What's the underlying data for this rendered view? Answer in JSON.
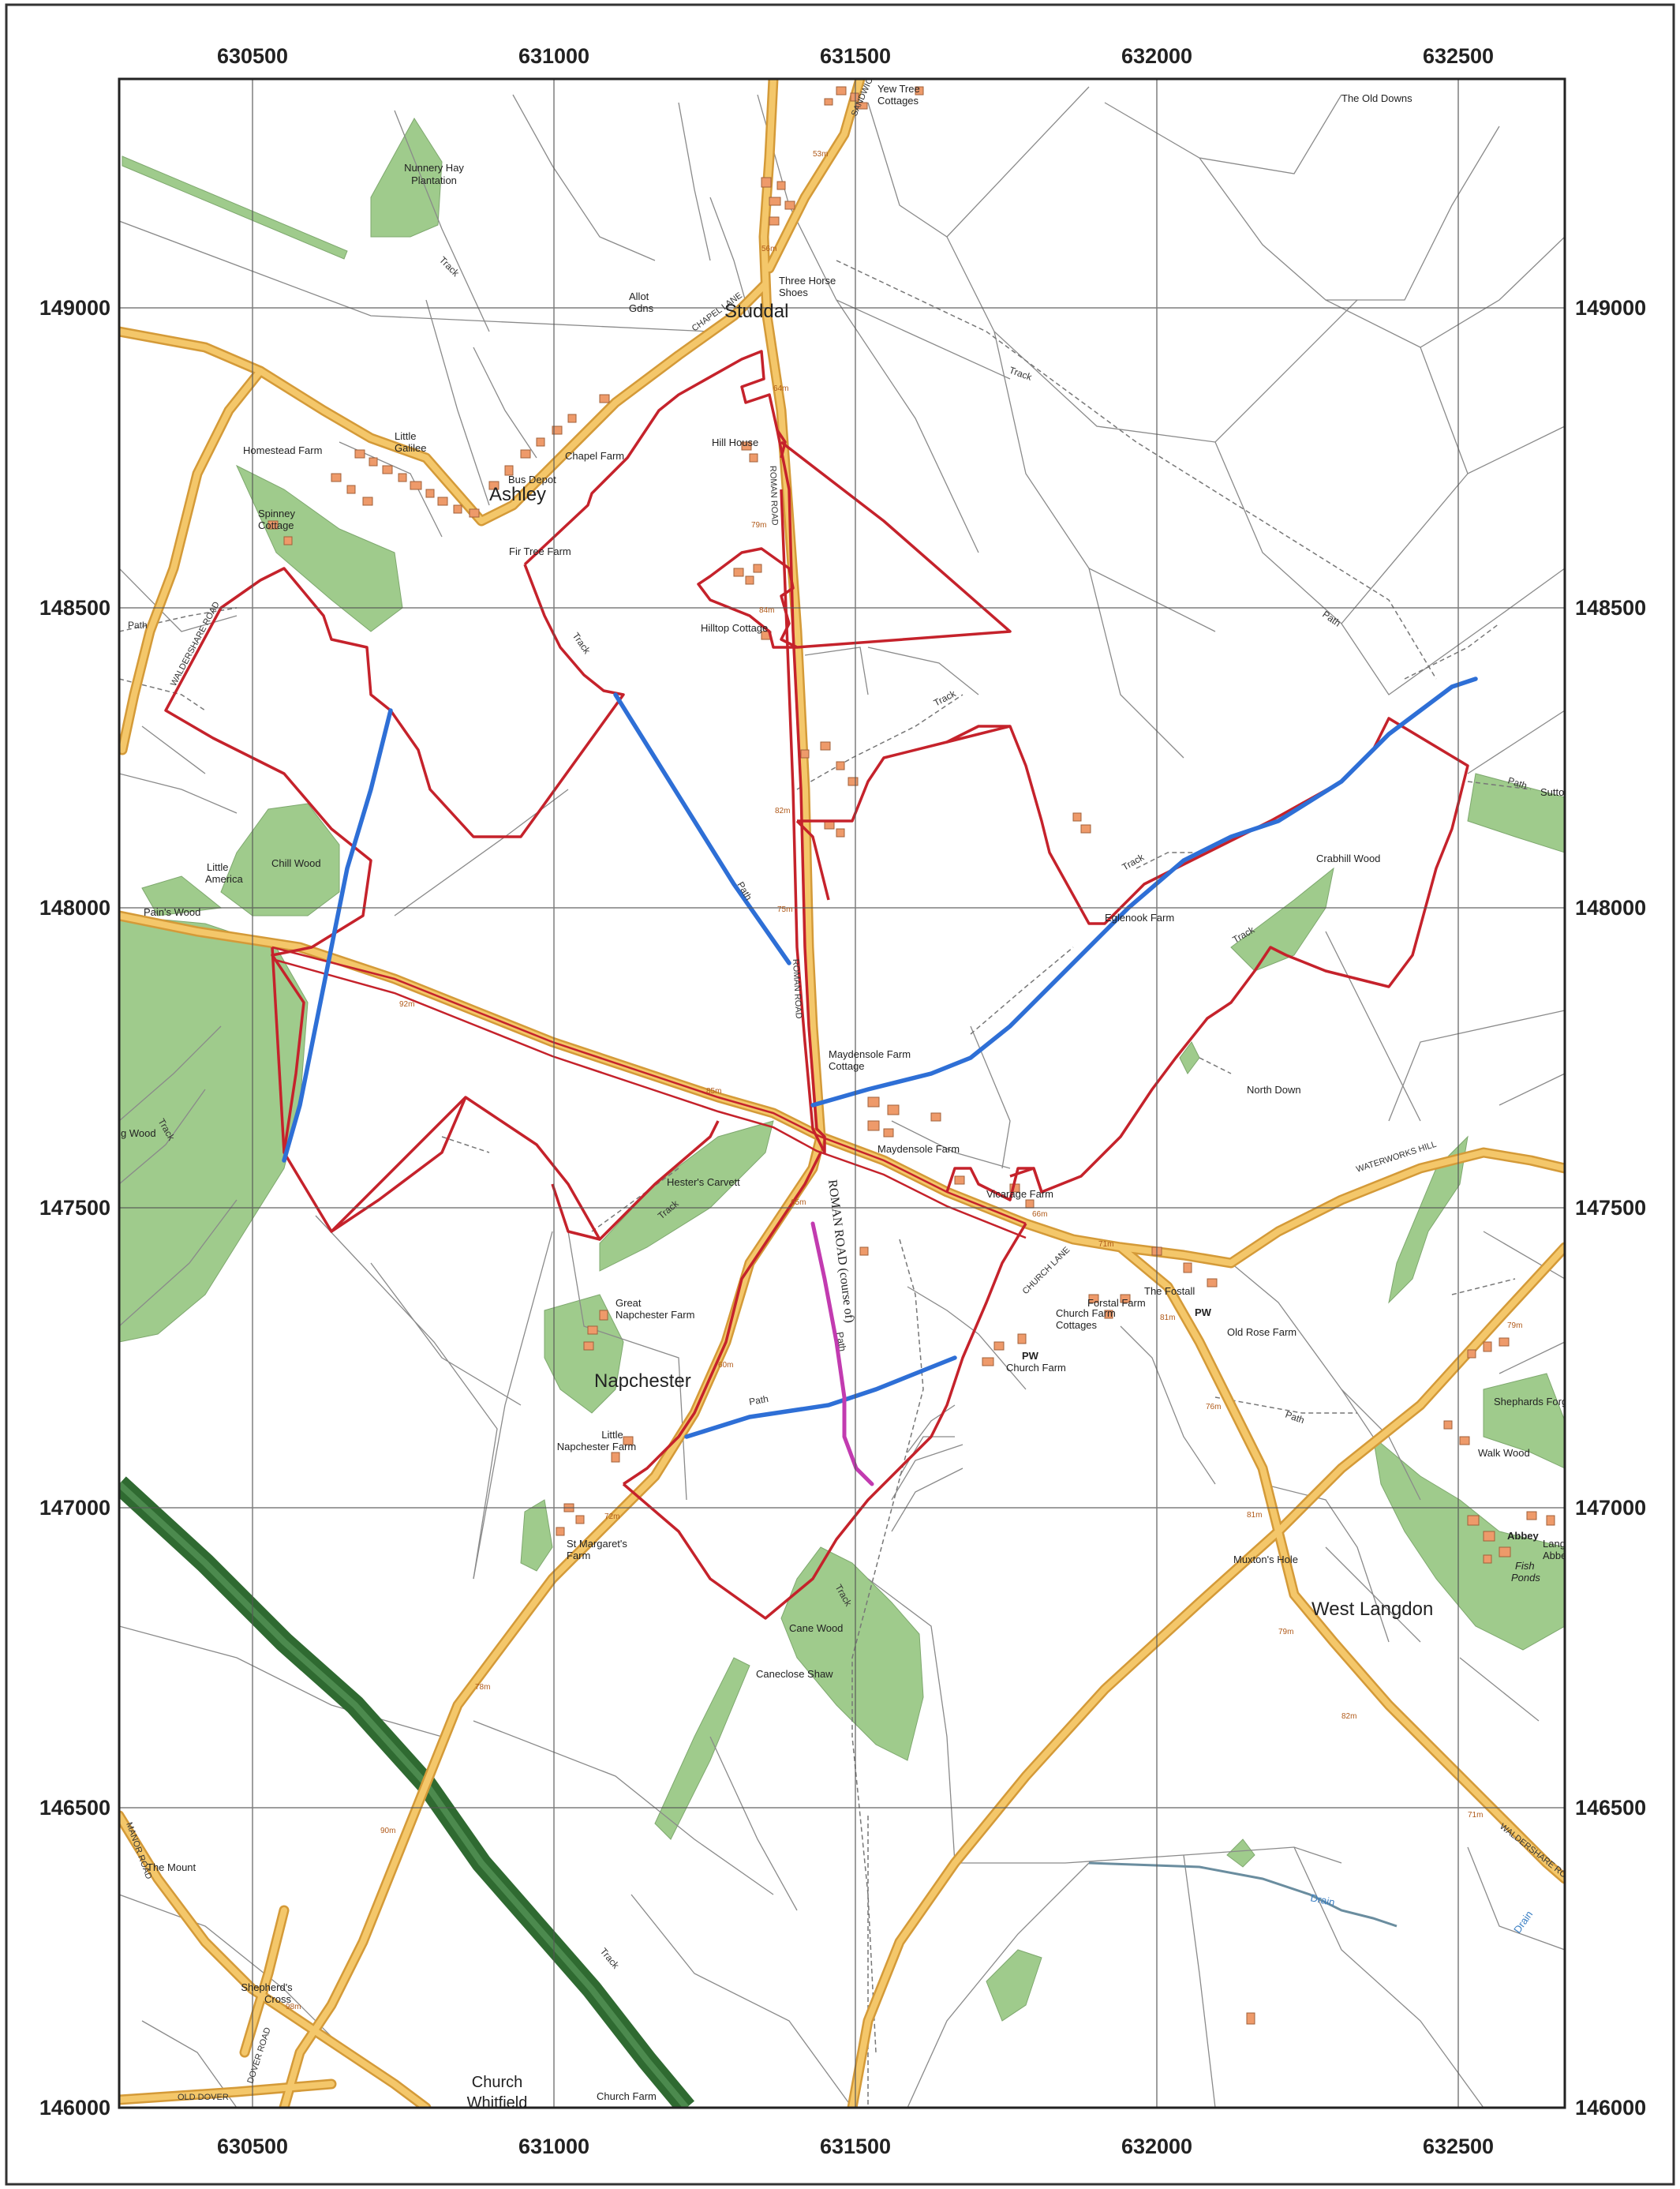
{
  "map": {
    "eastings": [
      "630500",
      "631000",
      "631500",
      "632000",
      "632500"
    ],
    "northings": [
      "149000",
      "148500",
      "148000",
      "147500",
      "147000",
      "146500",
      "146000"
    ],
    "colors": {
      "boundary": "#c5222b",
      "route_blue": "#2e6fd6",
      "route_magenta": "#c23bb0",
      "road_fill": "#f4c76a",
      "road_edge": "#d49a38",
      "woodland": "#9fcb8c",
      "railway": "#2f6a31",
      "building": "#ee9a6a",
      "grid": "#555555"
    },
    "places": {
      "studdal": "Studdal",
      "ashley": "Ashley",
      "napchester": "Napchester",
      "west_langdon": "West Langdon",
      "church_whitfield": [
        "Church",
        "Whitfield"
      ]
    },
    "labels": {
      "nunnery": [
        "Nunnery Hay",
        "Plantation"
      ],
      "old_downs": "The Old Downs",
      "yew_tree": [
        "Yew Tree",
        "Cottages"
      ],
      "three_horse": [
        "Three Horse",
        "Shoes"
      ],
      "allot": [
        "Allot",
        "Gdns"
      ],
      "homestead": "Homestead Farm",
      "little_galilee": [
        "Little",
        "Galilee"
      ],
      "chapel_farm": "Chapel Farm",
      "bus_depot": "Bus Depot",
      "spinney": [
        "Spinney",
        "Cottage"
      ],
      "fir_tree": "Fir Tree Farm",
      "hill_house": "Hill House",
      "hilltop": "Hilltop Cottage",
      "crabhill": "Crabhill Wood",
      "little_america": [
        "Little",
        "America"
      ],
      "chill_wood": "Chill Wood",
      "pains_wood": "Pain's Wood",
      "eglenook": "Eglenook Farm",
      "maydensole_cottage": [
        "Maydensole Farm",
        "Cottage"
      ],
      "maydensole_farm": "Maydensole Farm",
      "north_down": "North Down",
      "hesters_carvett": "Hester's Carvett",
      "g_wood": "g Wood",
      "vicarage": "Vicarage Farm",
      "fostall": "The Fostall",
      "forstal_farm": "Forstal Farm",
      "church_farm_cottages": [
        "Church Farm",
        "Cottages"
      ],
      "pw": "PW",
      "church_farm": "Church Farm",
      "old_rose": "Old Rose Farm",
      "great_napchester": [
        "Great",
        "Napchester Farm"
      ],
      "little_napchester": [
        "Little",
        "Napchester Farm"
      ],
      "shephards_forge": "Shephards Forge",
      "walk_wood": "Walk Wood",
      "st_margarets": [
        "St Margaret's",
        "Farm"
      ],
      "muxtons_hole": "Muxton's Hole",
      "abbey": "Abbey",
      "lang_abbe": [
        "Lang",
        "Abbe"
      ],
      "fish_ponds": [
        "Fish",
        "Ponds"
      ],
      "cane_wood": "Cane Wood",
      "caneclose": "Caneclose Shaw",
      "the_mount": "The Mount",
      "shepherds_cross": [
        "Shepherd's",
        "Cross"
      ],
      "church_farm_south": "Church Farm",
      "sutton": "Sutto",
      "drain": "Drain"
    },
    "roads": {
      "chapel_lane": "CHAPEL LANE",
      "roman_road_north": "ROMAN ROAD",
      "roman_road_mid": "ROMAN ROAD",
      "roman_road_course": "ROMAN ROAD (course of)",
      "church_lane": "CHURCH LANE",
      "waterworks_hill": "WATERWORKS HILL",
      "waldershare_road_w": "WALDERSHARE ROAD",
      "waldershare_road_e": "WALDERSHARE ROAD",
      "dover_road": "DOVER ROAD",
      "old_dover": "OLD DOVER",
      "manor_road": "MANOR ROAD",
      "sandwich": "SANDWICH"
    },
    "tracks": {
      "track": "Track",
      "path": "Path"
    },
    "heights": {
      "h53": "53m",
      "h56": "56m",
      "h64": "64m",
      "h79a": "79m",
      "h84": "84m",
      "h82a": "82m",
      "h75": "75m",
      "h92": "92m",
      "h85": "85m",
      "h65": "65m",
      "h66": "66m",
      "h71a": "71m",
      "h81a": "81m",
      "h79b": "79m",
      "h76": "76m",
      "h81b": "81m",
      "h72": "72m",
      "h79c": "79m",
      "h82b": "82m",
      "h71b": "71m",
      "h78": "78m",
      "h90": "90m",
      "h98": "98m",
      "h60": "60m"
    }
  }
}
